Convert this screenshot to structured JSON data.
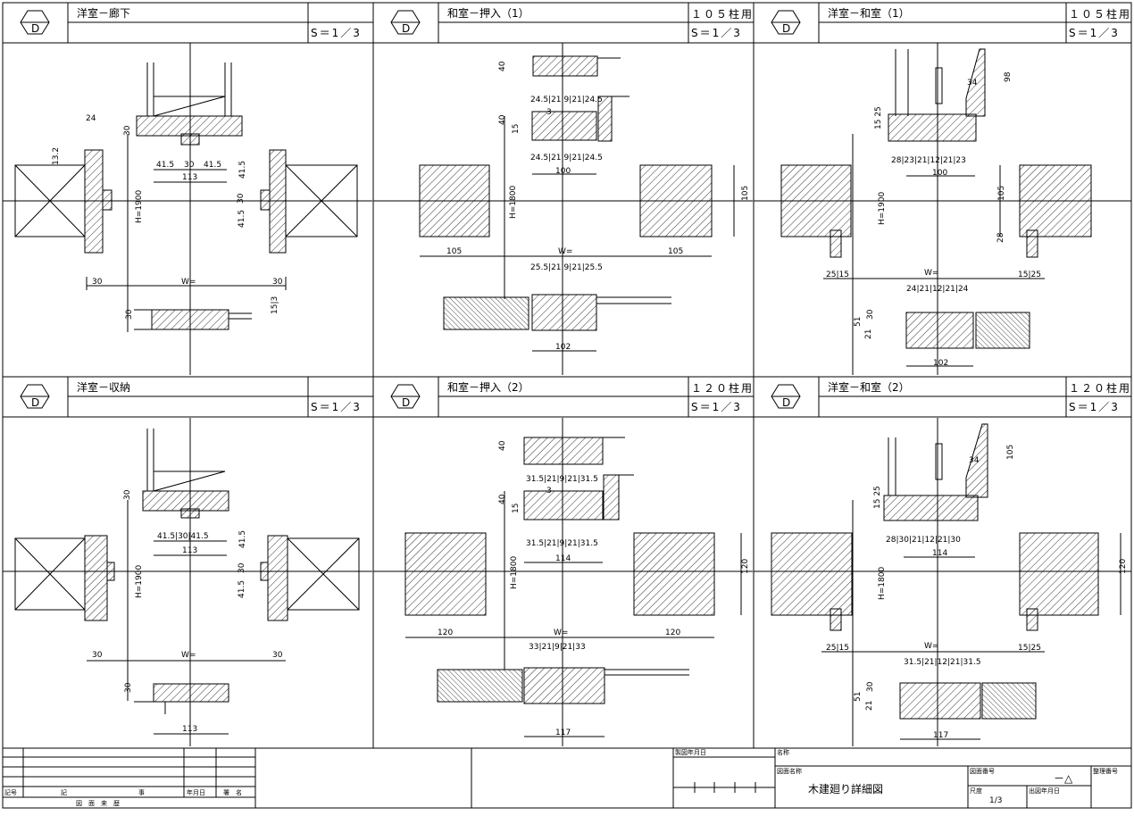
{
  "panels": [
    {
      "id": "p1",
      "title": "洋室－廊下",
      "column": "",
      "scale": "S＝1／3",
      "mark": "D"
    },
    {
      "id": "p2",
      "title": "和室－押入（1）",
      "column": "１０５柱用",
      "scale": "S＝1／3",
      "mark": "D"
    },
    {
      "id": "p3",
      "title": "洋室－和室（1）",
      "column": "１０５柱用",
      "scale": "S＝1／3",
      "mark": "D"
    },
    {
      "id": "p4",
      "title": "洋室－収納",
      "column": "",
      "scale": "S＝1／3",
      "mark": "D"
    },
    {
      "id": "p5",
      "title": "和室－押入（2）",
      "column": "１２０柱用",
      "scale": "S＝1／3",
      "mark": "D"
    },
    {
      "id": "p6",
      "title": "洋室－和室（2）",
      "column": "１２０柱用",
      "scale": "S＝1／3",
      "mark": "D"
    }
  ],
  "dims": {
    "p1": {
      "d24": "24",
      "d30a": "30",
      "d132": "13.2",
      "d415a": "41.5",
      "d30b": "30",
      "d415b": "41.5",
      "d113": "113",
      "d415c": "41.5",
      "d30c": "30",
      "d415d": "41.5",
      "H": "H=1900",
      "d30l": "30",
      "W": "W=",
      "d30r": "30",
      "d30s": "30",
      "d153": "15|3"
    },
    "p2": {
      "d40a": "40",
      "r1": "24.5|21|9|21|24.5",
      "d40b": "40",
      "d15": "15",
      "d3": "3",
      "r2": "24.5|21|9|21|24.5",
      "d100": "100",
      "H": "H=1800",
      "d105l": "105",
      "W": "W=",
      "d105r": "105",
      "d105v": "105",
      "r3": "25.5|21|9|21|25.5",
      "d102": "102"
    },
    "p3": {
      "d98": "98",
      "d34": "34",
      "d1525": "15 25",
      "r1": "28|23|21|12|21|23",
      "d100": "100",
      "d105": "105",
      "d28": "28",
      "H": "H=1900",
      "d2515": "25|15",
      "W": "W=",
      "d1525b": "15|25",
      "r2": "24|21|12|21|24",
      "d51": "51",
      "d21": "21",
      "d30": "30",
      "d102": "102"
    },
    "p4": {
      "d30": "30",
      "r1": "41.5|30|41.5",
      "d113": "113",
      "d415a": "41.5",
      "d30b": "30",
      "d415b": "41.5",
      "H": "H=1900",
      "d30l": "30",
      "W": "W=",
      "d30r": "30",
      "d30s": "30",
      "d113b": "113"
    },
    "p5": {
      "d40a": "40",
      "r1": "31.5|21|9|21|31.5",
      "d40b": "40",
      "d15": "15",
      "d3": "3",
      "r2": "31.5|21|9|21|31.5",
      "d114": "114",
      "H": "H=1800",
      "d120l": "120",
      "W": "W=",
      "d120r": "120",
      "d120v": "120",
      "r3": "33|21|9|21|33",
      "d117": "117"
    },
    "p6": {
      "d105": "105",
      "d34": "34",
      "d1525": "15 25",
      "r1": "28|30|21|12|21|30",
      "d114": "114",
      "d120": "120",
      "H": "H=1800",
      "d2515": "25|15",
      "W": "W=",
      "d1525b": "15|25",
      "r2": "31.5|21|12|21|31.5",
      "d51": "51",
      "d21": "21",
      "d30": "30",
      "d117": "117"
    }
  },
  "title_block": {
    "h_kigou": "記号",
    "h_kiji": "記",
    "h_jikou": "事",
    "h_date": "年月日",
    "h_sign": "署　名",
    "rireki": "図　面　来　歴",
    "kaizu": "製図年月日",
    "meisho": "名称",
    "zumen_meisho": "図面名称",
    "zumen_bangou": "図面番号",
    "seiri": "整理番号",
    "shakudo": "尺度",
    "shutsuzu": "出図年月日",
    "drawing_name": "木建廻り詳細図",
    "scale": "1/3",
    "number": "－△"
  }
}
